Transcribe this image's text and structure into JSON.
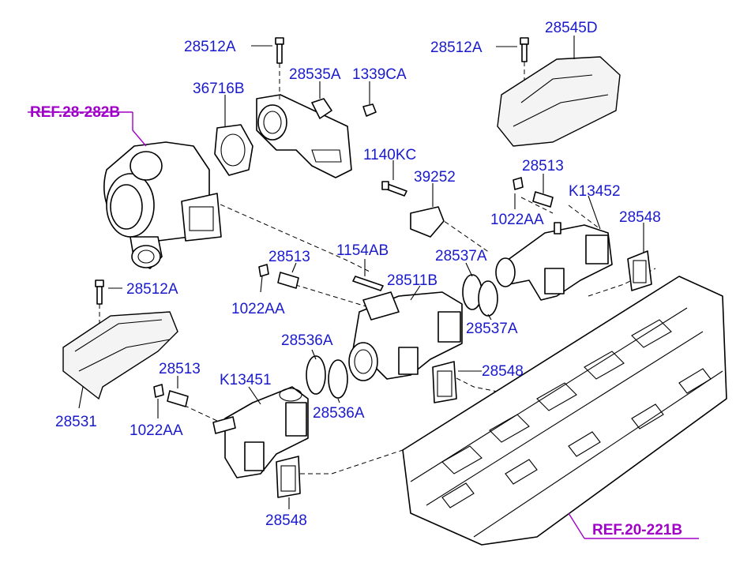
{
  "labels": {
    "p28512a_top": "28512A",
    "p28535a": "28535A",
    "p1339ca": "1339CA",
    "p28512a_right": "28512A",
    "p28545d": "28545D",
    "p36716b": "36716B",
    "ref_28_282b": "REF.28-282B",
    "p1140kc": "1140KC",
    "p39252": "39252",
    "p28513_right": "28513",
    "pk13452": "K13452",
    "p1022aa_right": "1022AA",
    "p28548_right": "28548",
    "p28513_mid": "28513",
    "p1154ab": "1154AB",
    "p28537a_top": "28537A",
    "p28511b": "28511B",
    "p28512a_left": "28512A",
    "p1022aa_mid": "1022AA",
    "p28537a_bottom": "28537A",
    "p28536a_top": "28536A",
    "p28548_mid": "28548",
    "p28513_low": "28513",
    "pk13451": "K13451",
    "p28531": "28531",
    "p28536a_bottom": "28536A",
    "p1022aa_low": "1022AA",
    "p28548_bottom": "28548",
    "ref_20_221b": "REF.20-221B"
  },
  "colors": {
    "label": "#1a1acd",
    "reference": "#a000c8",
    "line": "#000000"
  }
}
